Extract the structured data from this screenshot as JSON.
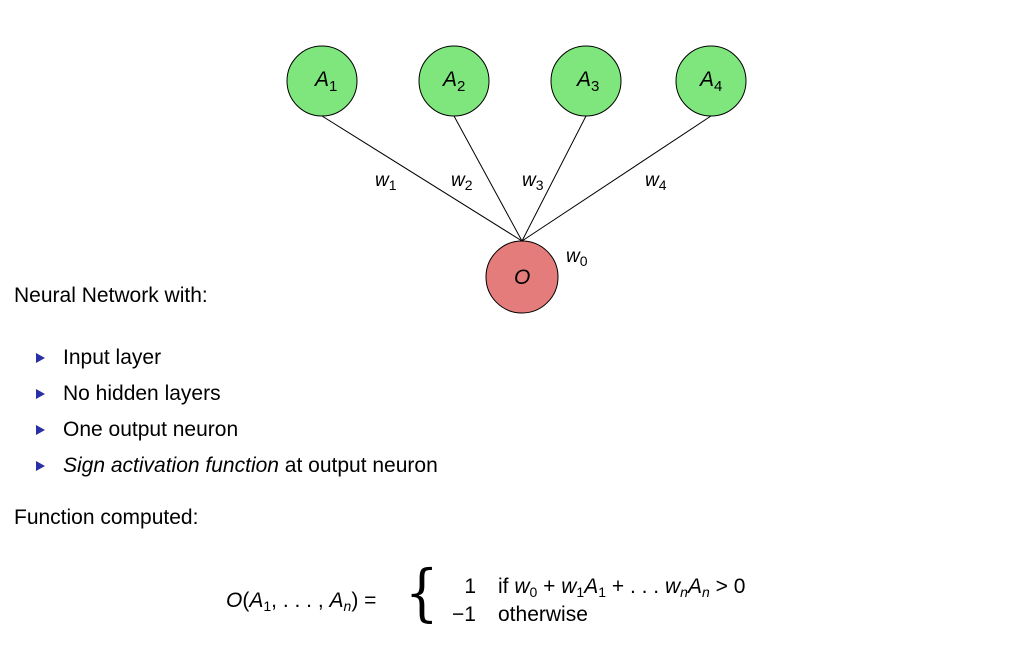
{
  "diagram": {
    "inputs": [
      {
        "label": "A",
        "sub": "1"
      },
      {
        "label": "A",
        "sub": "2"
      },
      {
        "label": "A",
        "sub": "3"
      },
      {
        "label": "A",
        "sub": "4"
      }
    ],
    "weights": [
      {
        "label": "w",
        "sub": "1"
      },
      {
        "label": "w",
        "sub": "2"
      },
      {
        "label": "w",
        "sub": "3"
      },
      {
        "label": "w",
        "sub": "4"
      }
    ],
    "bias": {
      "label": "w",
      "sub": "0"
    },
    "output": {
      "label": "O"
    },
    "colors": {
      "input_fill": "#7ee67c",
      "output_fill": "#e57c7c",
      "stroke": "#000000"
    }
  },
  "intro": "Neural Network with:",
  "features": [
    {
      "text": "Input layer"
    },
    {
      "text": "No hidden layers"
    },
    {
      "text": "One output neuron"
    },
    {
      "italic": "Sign activation function",
      "text": " at output neuron"
    }
  ],
  "bullet_color": "#2b2fa4",
  "function_heading": "Function computed:",
  "formula": {
    "lhs_func": "O",
    "lhs_a1": "A",
    "lhs_a1_sub": "1",
    "lhs_dots": ", . . . , ",
    "lhs_an": "A",
    "lhs_an_sub": "n",
    "equals": ") =",
    "brace": "{",
    "case1_value": "1",
    "case1_if": "if ",
    "case1_w0": "w",
    "case1_w0_sub": "0",
    "case1_plus1": " + ",
    "case1_w1": "w",
    "case1_w1_sub": "1",
    "case1_a1": "A",
    "case1_a1_sub": "1",
    "case1_plus2": " + . . . ",
    "case1_wn": "w",
    "case1_wn_sub": "n",
    "case1_an": "A",
    "case1_an_sub": "n",
    "case1_gt": " > 0",
    "case2_value": "−1",
    "case2_text": "otherwise"
  }
}
